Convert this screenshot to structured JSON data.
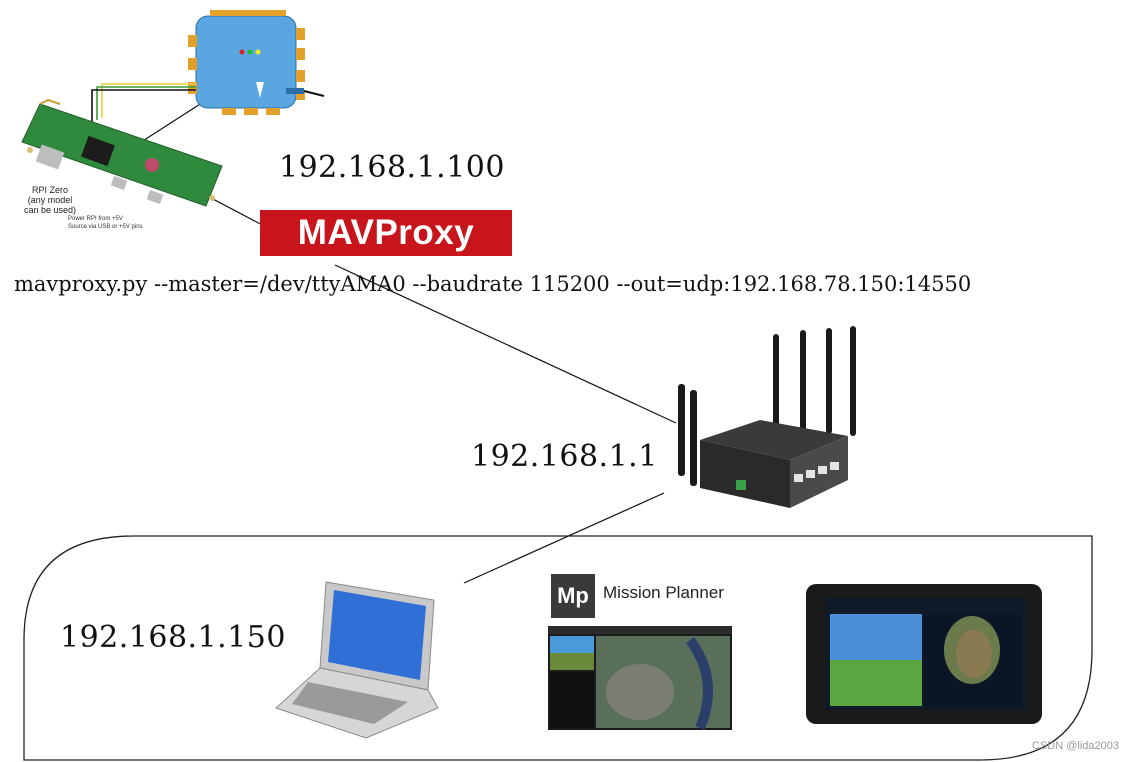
{
  "ips": {
    "rpi": "192.168.1.100",
    "router": "192.168.1.1",
    "laptop": "192.168.1.150"
  },
  "command": "mavproxy.py --master=/dev/ttyAMA0  --baudrate 115200 --out=udp:192.168.78.150:14550",
  "mavproxy_logo": "MAVProxy",
  "mission_planner": {
    "logo": "Mp",
    "title": "Mission Planner"
  },
  "rpi_label": {
    "line1": "RPI Zero",
    "line2": "(any model",
    "line3": "can be used)"
  },
  "rpi_power": {
    "line1": "Power RPI from +5V",
    "line2": "Source via USB or +5V pins"
  },
  "watermark": "CSDN @lida2003",
  "colors": {
    "mavproxy_red": "#c8141b",
    "fc_blue": "#5aa6e0",
    "pcb_green": "#2f8a3e"
  }
}
